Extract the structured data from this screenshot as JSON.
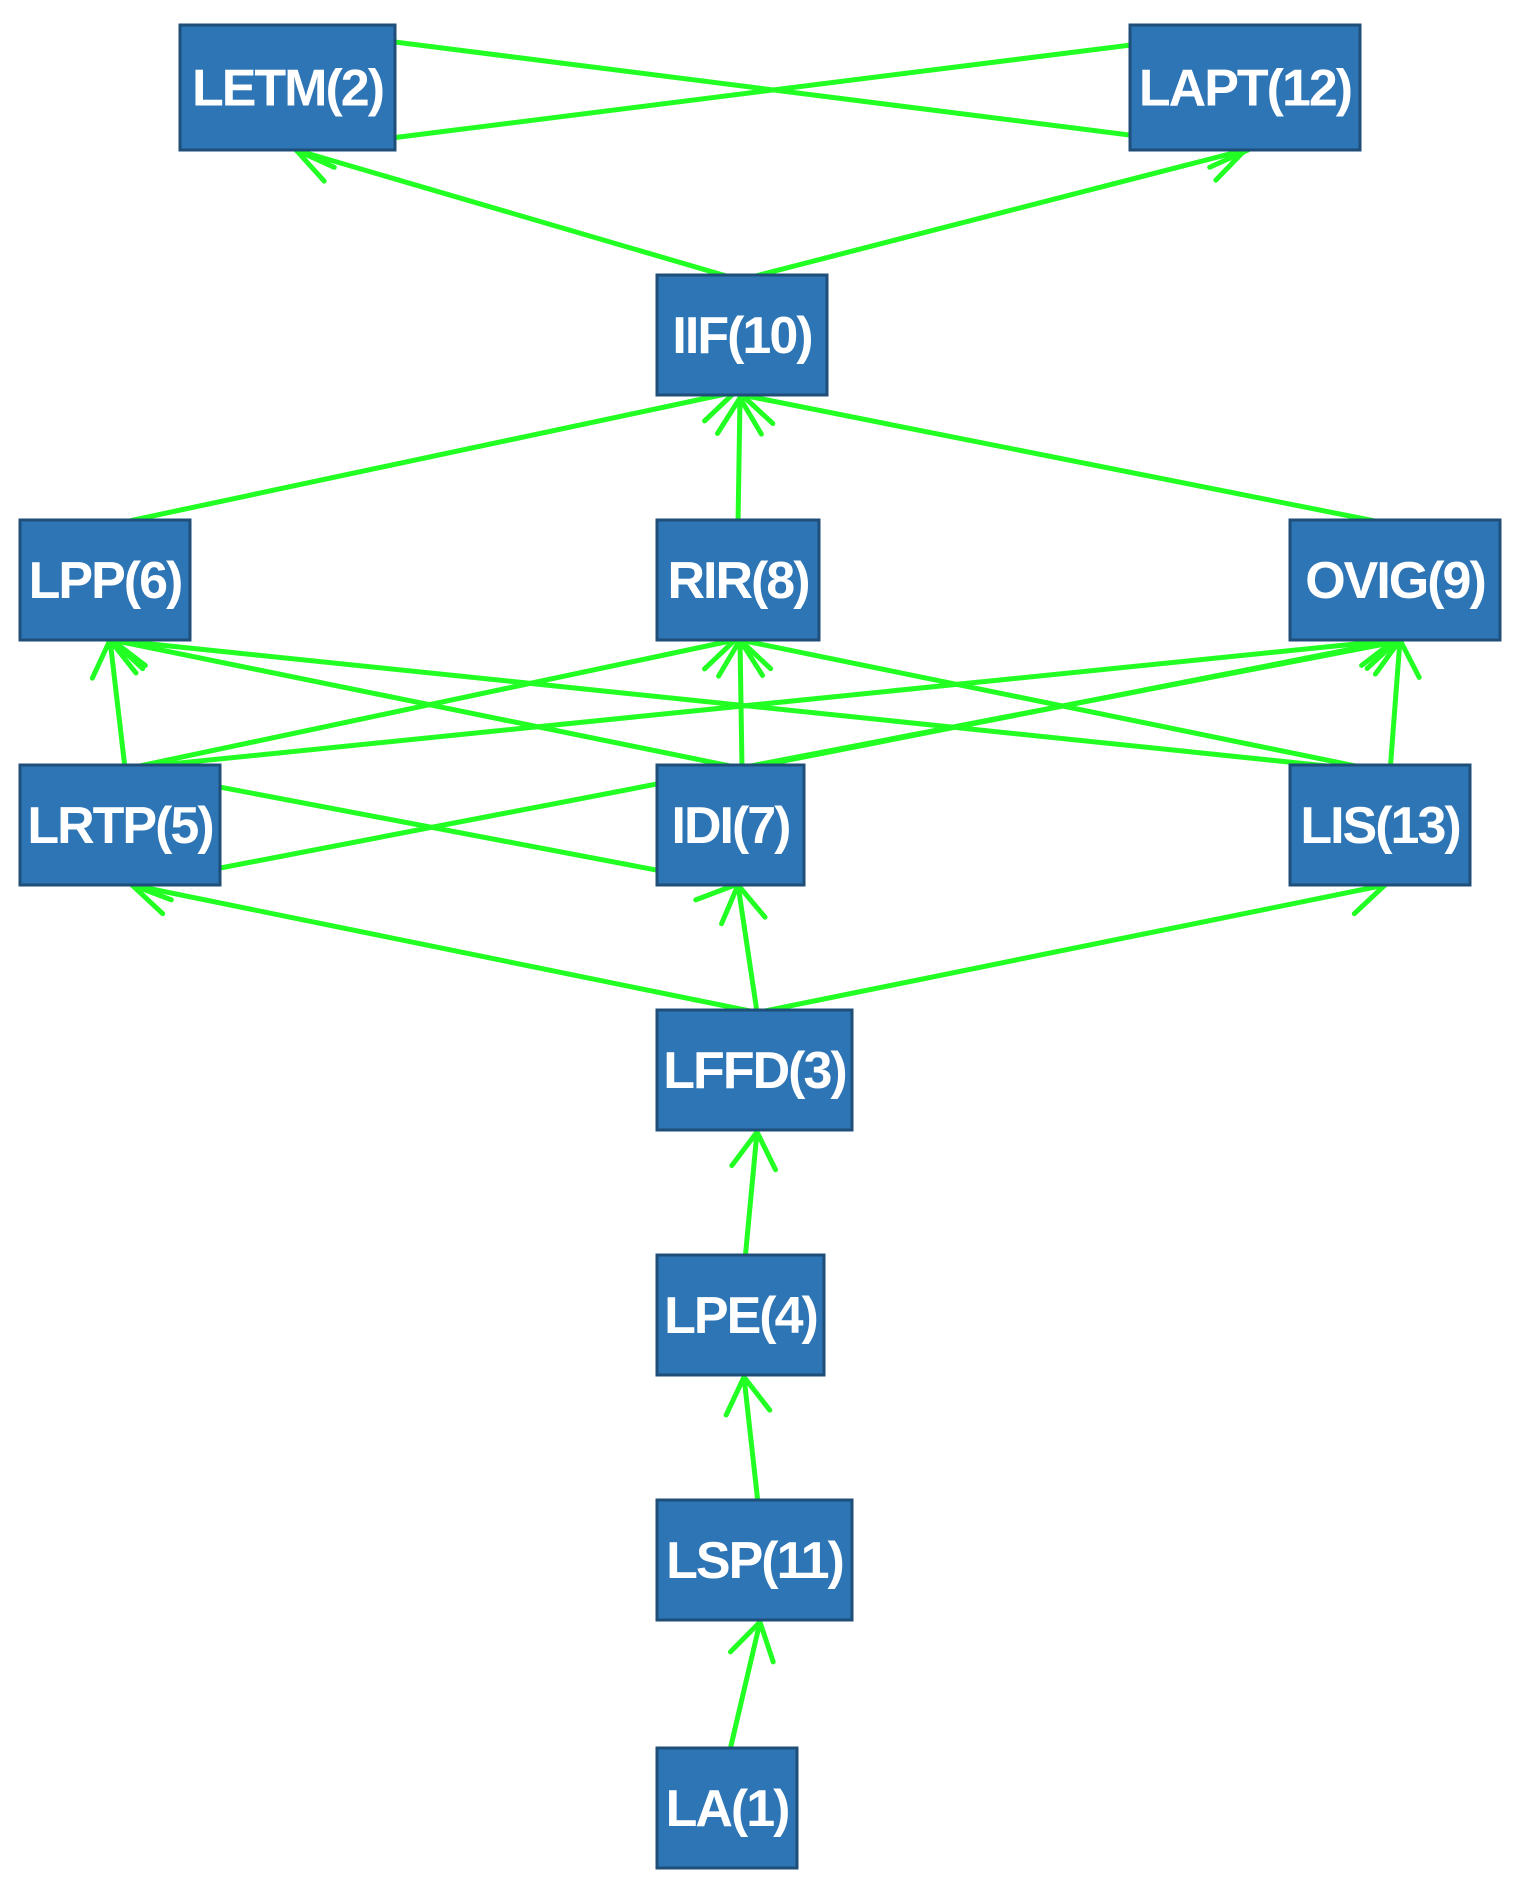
{
  "colors": {
    "node_fill": "#2E75B6",
    "node_border": "#1F4E79",
    "node_text": "#FFFFFF",
    "edge": "#22FF22",
    "background": "#FFFFFF"
  },
  "nodes": [
    {
      "id": "LETM",
      "label": "LETM(2)"
    },
    {
      "id": "LAPT",
      "label": "LAPT(12)"
    },
    {
      "id": "IIF",
      "label": "IIF(10)"
    },
    {
      "id": "LPP",
      "label": "LPP(6)"
    },
    {
      "id": "RIR",
      "label": "RIR(8)"
    },
    {
      "id": "OVIG",
      "label": "OVIG(9)"
    },
    {
      "id": "LRTP",
      "label": "LRTP(5)"
    },
    {
      "id": "IDI",
      "label": "IDI(7)"
    },
    {
      "id": "LIS",
      "label": "LIS(13)"
    },
    {
      "id": "LFFD",
      "label": "LFFD(3)"
    },
    {
      "id": "LPE",
      "label": "LPE(4)"
    },
    {
      "id": "LSP",
      "label": "LSP(11)"
    },
    {
      "id": "LA",
      "label": "LA(1)"
    }
  ],
  "edges": [
    {
      "from": "LETM",
      "to": "LAPT"
    },
    {
      "from": "LAPT",
      "to": "LETM"
    },
    {
      "from": "IIF",
      "to": "LETM"
    },
    {
      "from": "IIF",
      "to": "LAPT"
    },
    {
      "from": "LPP",
      "to": "IIF"
    },
    {
      "from": "RIR",
      "to": "IIF"
    },
    {
      "from": "OVIG",
      "to": "IIF"
    },
    {
      "from": "LRTP",
      "to": "LPP"
    },
    {
      "from": "LRTP",
      "to": "RIR"
    },
    {
      "from": "LRTP",
      "to": "OVIG"
    },
    {
      "from": "LRTP",
      "to": "IDI"
    },
    {
      "from": "IDI",
      "to": "LPP"
    },
    {
      "from": "IDI",
      "to": "RIR"
    },
    {
      "from": "IDI",
      "to": "OVIG"
    },
    {
      "from": "LIS",
      "to": "LPP"
    },
    {
      "from": "LIS",
      "to": "RIR"
    },
    {
      "from": "LIS",
      "to": "OVIG"
    },
    {
      "from": "OVIG",
      "to": "LRTP"
    },
    {
      "from": "LFFD",
      "to": "LRTP"
    },
    {
      "from": "LFFD",
      "to": "IDI"
    },
    {
      "from": "LFFD",
      "to": "LIS"
    },
    {
      "from": "LPE",
      "to": "LFFD"
    },
    {
      "from": "LSP",
      "to": "LPE"
    },
    {
      "from": "LA",
      "to": "LSP"
    }
  ]
}
